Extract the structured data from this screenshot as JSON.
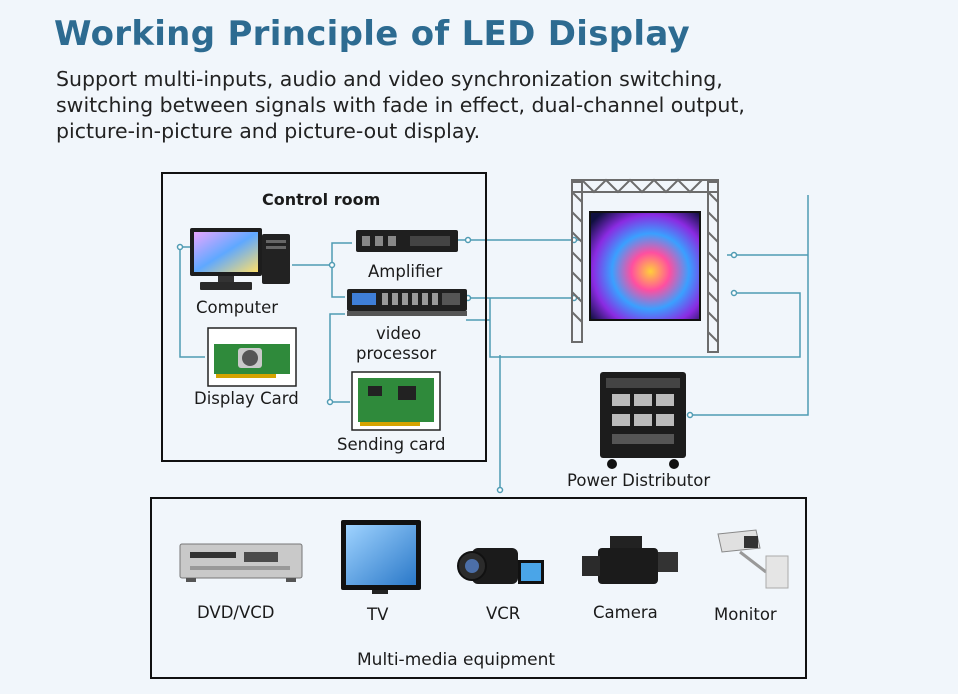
{
  "header": {
    "title": "Working Principle of LED Display",
    "subtitle_lines": [
      "Support multi-inputs, audio and video synchronization switching,",
      "switching between signals with fade in effect, dual-channel output,",
      "picture-in-picture and picture-out display."
    ]
  },
  "control_room": {
    "title": "Control room",
    "computer": "Computer",
    "display_card": "Display Card",
    "amplifier": "Amplifier",
    "video_processor_lines": [
      "video",
      "processor"
    ],
    "sending_card": "Sending card"
  },
  "led_screen": {
    "icon": "led-wall-on-truss-icon"
  },
  "power": {
    "label": "Power Distributor"
  },
  "multimedia": {
    "title": "Multi-media equipment",
    "devices": [
      "DVD/VCD",
      "TV",
      "VCR",
      "Camera",
      "Monitor"
    ]
  },
  "colors": {
    "title": "#2d6b91",
    "connector": "#4f9bb3",
    "background": "#f1f6fb",
    "frame": "#111111"
  }
}
